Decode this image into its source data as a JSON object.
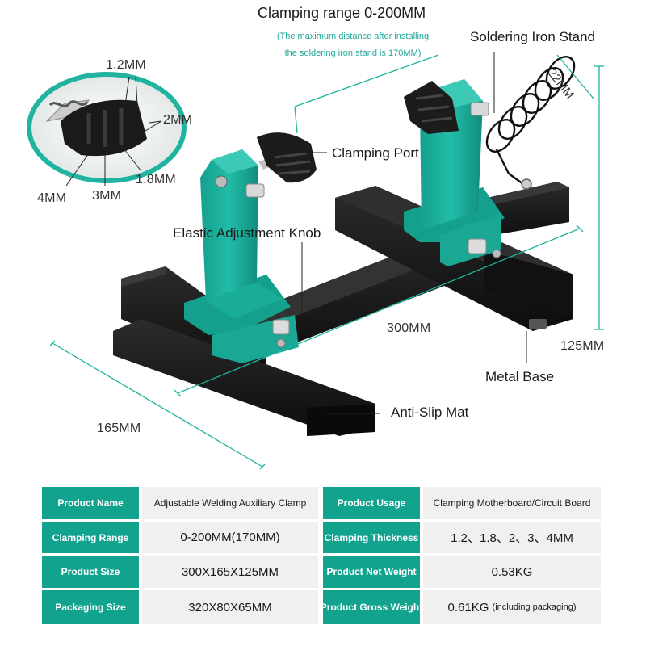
{
  "title": {
    "clamping_range": "Clamping range 0-200MM",
    "note_line1": "(The maximum distance after installing",
    "note_line2": "the soldering iron stand is 170MM)"
  },
  "callouts": {
    "soldering_iron_stand": "Soldering Iron Stand",
    "clamping_port": "Clamping Port",
    "elastic_adjustment_knob": "Elastic Adjustment Knob",
    "metal_base": "Metal Base",
    "anti_slip_mat": "Anti-Slip Mat"
  },
  "dimensions": {
    "spring": "22MM",
    "length": "300MM",
    "height": "125MM",
    "width": "165MM",
    "slot_1_2": "1.2MM",
    "slot_2": "2MM",
    "slot_1_8": "1.8MM",
    "slot_3": "3MM",
    "slot_4": "4MM"
  },
  "colors": {
    "accent": "#12a38f",
    "clamp_body": "#1fb3a0",
    "base_black": "#151515",
    "cell_bg": "#f0f0f0"
  },
  "specs": {
    "rows": [
      {
        "k1": "Product Name",
        "v1": "Adjustable Welding Auxiliary Clamp",
        "k2": "Product Usage",
        "v2": "Clamping Motherboard/Circuit Board"
      },
      {
        "k1": "Clamping Range",
        "v1": "0-200MM(170MM)",
        "k2": "Clamping Thickness",
        "v2": "1.2、1.8、2、3、4MM"
      },
      {
        "k1": "Product Size",
        "v1": "300X165X125MM",
        "k2": "Product Net Weight",
        "v2": "0.53KG"
      },
      {
        "k1": "Packaging Size",
        "v1": "320X80X65MM",
        "k2": "Product Gross Weight",
        "v2": "0.61KG",
        "v2_suffix": "(including packaging)"
      }
    ]
  }
}
